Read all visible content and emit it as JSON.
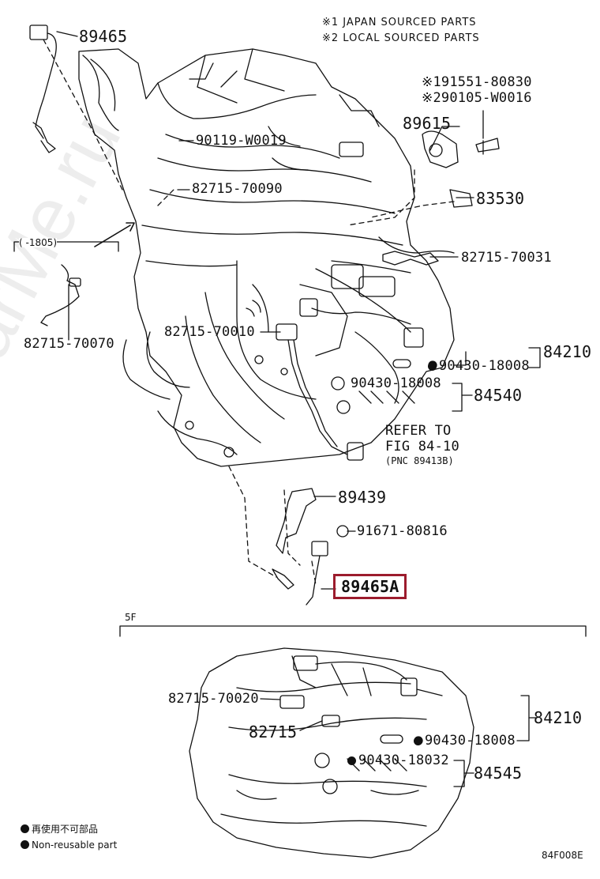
{
  "notes": {
    "japan": "※1 JAPAN SOURCED PARTS",
    "local": "※2 LOCAL SOURCED PARTS"
  },
  "parts": {
    "p89465": "89465",
    "p91551": "※191551-80830",
    "p90105": "※290105-W0016",
    "p89615": "89615",
    "p90119": "90119-W0019",
    "p82715_70090": "82715-70090",
    "p83530": "83530",
    "p82715_70031": "82715-70031",
    "p82715_70010": "82715-70010",
    "p84210_a": "84210",
    "p90430_18008_a": "90430-18008",
    "p90430_18008_b": "90430-18008",
    "p84540": "84540",
    "p89439": "89439",
    "p91671": "91671-80816",
    "p89465A": "89465A",
    "p82715_70070": "82715-70070",
    "p82715_70020": "82715-70020",
    "p82715": "82715",
    "p84210_b": "84210",
    "p90430_18008_c": "90430-18008",
    "p90430_18032": "90430-18032",
    "p84545": "84545"
  },
  "refer": {
    "line1": "REFER TO",
    "line2": "FIG 84-10",
    "line3": "(PNC 89413B)"
  },
  "inset": {
    "range": "(  -1805)"
  },
  "section": {
    "label": "5F"
  },
  "legend": {
    "jp": "再使用不可部品",
    "en": "Non-reusable part"
  },
  "figure_code": "84F008E",
  "watermark": "ToyotaCarMe.ru",
  "colors": {
    "highlight": "#9c1c2d",
    "line": "#111111"
  }
}
